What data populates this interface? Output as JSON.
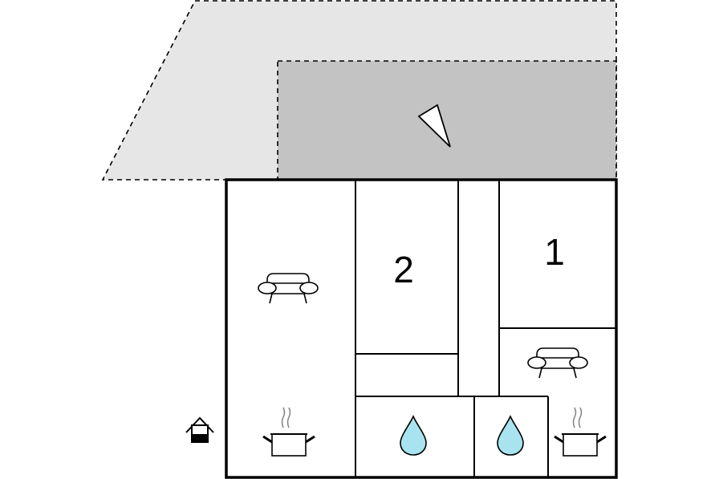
{
  "floorplan": {
    "rooms": [
      {
        "id": "bedroom-2",
        "label": "2"
      },
      {
        "id": "bedroom-1",
        "label": "1"
      }
    ],
    "icons": [
      {
        "name": "sofa-icon",
        "room": "living-left"
      },
      {
        "name": "sofa-icon",
        "room": "living-right"
      },
      {
        "name": "cooking-pot-icon",
        "room": "kitchen-left"
      },
      {
        "name": "cooking-pot-icon",
        "room": "kitchen-right"
      },
      {
        "name": "water-drop-icon",
        "room": "bathroom-left"
      },
      {
        "name": "water-drop-icon",
        "room": "bathroom-right"
      },
      {
        "name": "entrance-house-icon",
        "room": "outside"
      },
      {
        "name": "compass-north-icon",
        "room": "terrace"
      }
    ],
    "colors": {
      "outer_terrace": "#e6e6e6",
      "inner_terrace": "#c3c3c3",
      "walls": "#000000",
      "water": "#a8e4ef"
    }
  }
}
